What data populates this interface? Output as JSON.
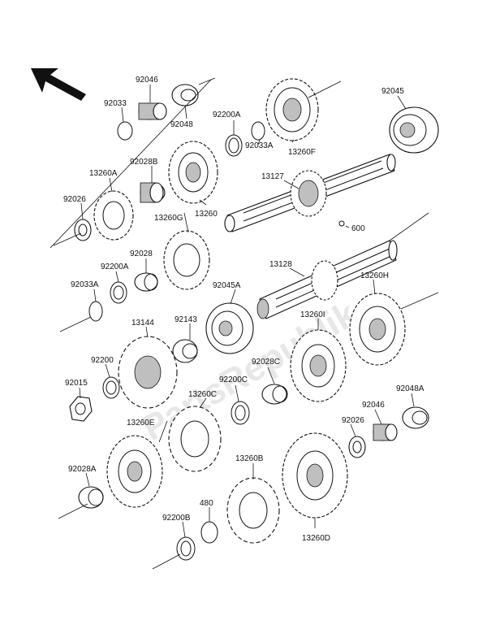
{
  "watermark": "PartsRepublik",
  "parts": {
    "p92046": "92046",
    "p92033": "92033",
    "p92048": "92048",
    "p92200A": "92200A",
    "p92033A": "92033A",
    "p13260F": "13260F",
    "p92045": "92045",
    "p13260A": "13260A",
    "p92028B": "92028B",
    "p13127": "13127",
    "p92026": "92026",
    "p13260G": "13260G",
    "p13260": "13260",
    "p600": "600",
    "p92028": "92028",
    "p92200A_b": "92200A",
    "p13128": "13128",
    "p92033A_b": "92033A",
    "p13260H": "13260H",
    "p92045A": "92045A",
    "p13144": "13144",
    "p92143": "92143",
    "p13260I": "13260I",
    "p92200": "92200",
    "p92028C": "92028C",
    "p92015": "92015",
    "p92200C": "92200C",
    "p13260C": "13260C",
    "p92048A": "92048A",
    "p92046_b": "92046",
    "p13260E": "13260E",
    "p92026_b": "92026",
    "p92028A": "92028A",
    "p13260B": "13260B",
    "p480": "480",
    "p92200B": "92200B",
    "p13260D": "13260D"
  },
  "colors": {
    "ink": "#111111",
    "shade": "#bfbfbf",
    "watermark": "#d8d8d8"
  }
}
